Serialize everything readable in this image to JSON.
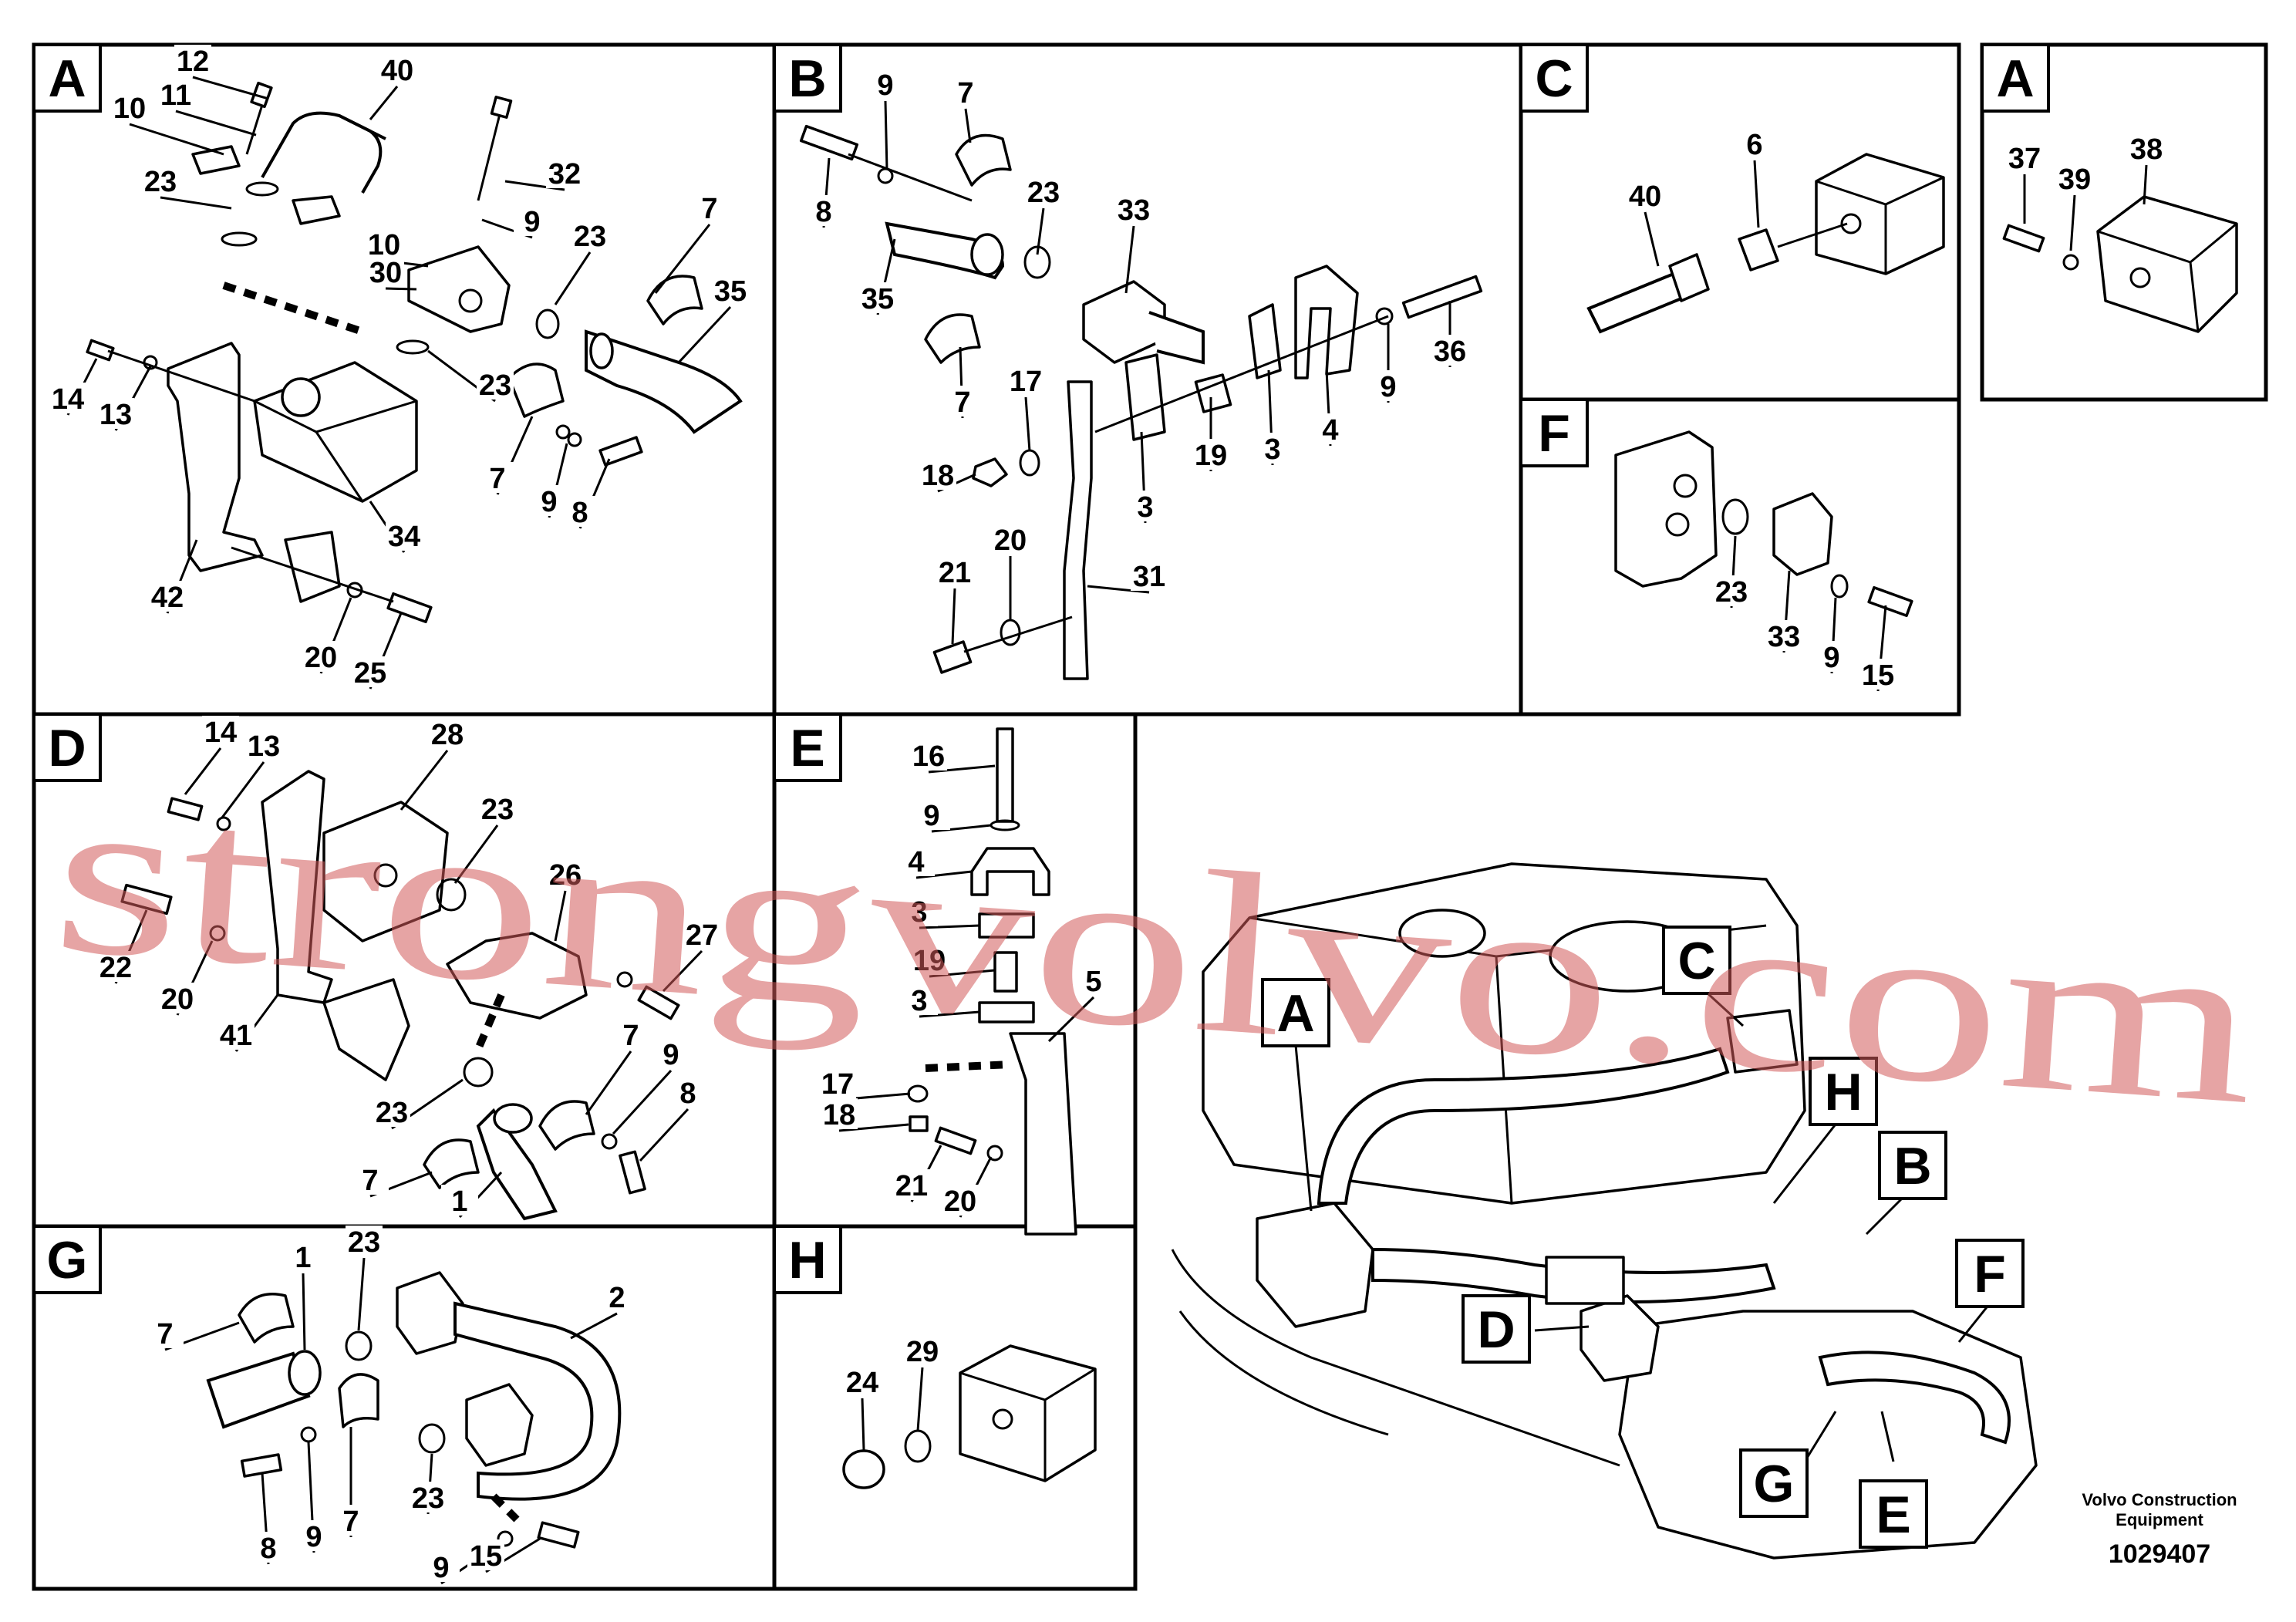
{
  "panels": [
    {
      "id": "A",
      "label": "A",
      "numbers": [
        "12",
        "11",
        "10",
        "40",
        "23",
        "32",
        "9",
        "10",
        "30",
        "23",
        "7",
        "35",
        "14",
        "13",
        "23",
        "34",
        "7",
        "9",
        "8",
        "42",
        "20",
        "25"
      ]
    },
    {
      "id": "B",
      "label": "B",
      "numbers": [
        "9",
        "7",
        "8",
        "23",
        "33",
        "35",
        "7",
        "17",
        "18",
        "3",
        "19",
        "3",
        "4",
        "9",
        "36",
        "21",
        "20",
        "31"
      ]
    },
    {
      "id": "C",
      "label": "C",
      "numbers": [
        "40",
        "6"
      ]
    },
    {
      "id": "A2",
      "label": "A",
      "numbers": [
        "37",
        "39",
        "38"
      ]
    },
    {
      "id": "F",
      "label": "F",
      "numbers": [
        "23",
        "33",
        "9",
        "15"
      ]
    },
    {
      "id": "D",
      "label": "D",
      "numbers": [
        "14",
        "13",
        "28",
        "23",
        "26",
        "22",
        "20",
        "41",
        "27",
        "7",
        "9",
        "8",
        "23",
        "7",
        "1"
      ]
    },
    {
      "id": "E",
      "label": "E",
      "numbers": [
        "16",
        "9",
        "4",
        "3",
        "19",
        "3",
        "5",
        "17",
        "18",
        "21",
        "20"
      ]
    },
    {
      "id": "G",
      "label": "G",
      "numbers": [
        "1",
        "23",
        "2",
        "7",
        "8",
        "9",
        "7",
        "23",
        "9",
        "15"
      ]
    },
    {
      "id": "H",
      "label": "H",
      "numbers": [
        "24",
        "29"
      ]
    }
  ],
  "overview": {
    "callouts": [
      "A",
      "C",
      "H",
      "B",
      "F",
      "D",
      "G",
      "E"
    ]
  },
  "credit": {
    "line1": "Volvo Construction",
    "line2": "Equipment"
  },
  "doc_number": "1029407",
  "watermark": "strongvolvo.com"
}
